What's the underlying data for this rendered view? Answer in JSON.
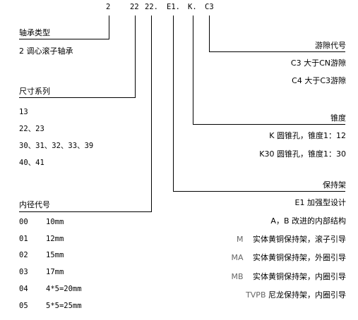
{
  "code": {
    "c1": "2",
    "c2": "22",
    "c3": "22.",
    "c4": "E1.",
    "c5": "K.",
    "c6": "C3"
  },
  "bearing_type": {
    "heading": "轴承类型",
    "value": "2 调心滚子轴承"
  },
  "size_series": {
    "heading": "尺寸系列",
    "items": [
      "13",
      "22、23",
      "30、31、32、33、39",
      "40、41"
    ]
  },
  "bore_code": {
    "heading": "内径代号",
    "rows": [
      {
        "code": "00",
        "size": "10mm"
      },
      {
        "code": "01",
        "size": "12mm"
      },
      {
        "code": "02",
        "size": "15mm"
      },
      {
        "code": "03",
        "size": "17mm"
      },
      {
        "code": "04",
        "size": "4*5=20mm"
      },
      {
        "code": "05",
        "size": "5*5=25mm"
      }
    ]
  },
  "clearance": {
    "heading": "游隙代号",
    "items": [
      "C3 大于CN游隙",
      "C4 大于C3游隙"
    ]
  },
  "taper": {
    "heading": "锥度",
    "items": [
      "K 圆锥孔，锥度1：12",
      "K30 圆锥孔，锥度1：30"
    ]
  },
  "cage": {
    "heading": "保持架",
    "items": [
      {
        "code": "E1",
        "desc": "加强型设计"
      },
      {
        "code": "A，B",
        "desc": "改进的内部结构"
      },
      {
        "code": "M",
        "desc": "实体黄铜保持架，滚子引导"
      },
      {
        "code": "MA",
        "desc": "实体黄铜保持架，外圈引导"
      },
      {
        "code": "MB",
        "desc": "实体黄铜保持架，内圈引导"
      },
      {
        "code": "TVPB",
        "desc": "尼龙保持架，内圈引导"
      }
    ]
  }
}
